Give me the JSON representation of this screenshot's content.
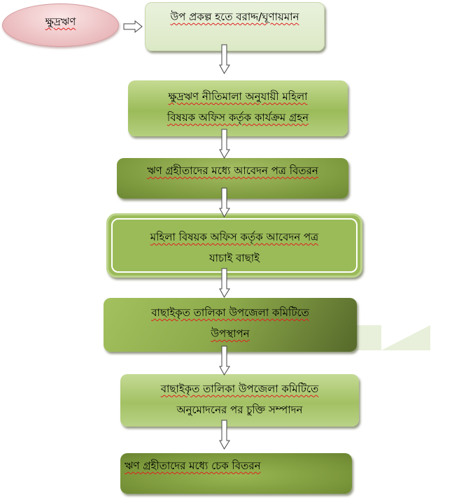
{
  "start": {
    "label": "ক্ষুদ্রঋণ"
  },
  "steps": [
    {
      "lines": [
        "উপ প্রকল্প হতে বরাদ্দ/ঘূণায়মান"
      ]
    },
    {
      "lines": [
        "ক্ষুদ্রঋণ নীতিমালা অনুযায়ী মহিলা",
        "বিষয়ক  অফিস কর্তৃক কার্যক্রম গ্রহন"
      ]
    },
    {
      "lines": [
        "ঋণ গ্রহীতাদের মধ্যে আবেদন পত্র বিতরন"
      ]
    },
    {
      "lines": [
        "মহিলা বিষয়ক অফিস কর্তৃক আবেদন পত্র",
        "যাচাই বাছাই"
      ]
    },
    {
      "lines": [
        "বাছাইকৃত তালিকা উপজেলা কমিটিতে",
        "উপস্থাপন"
      ]
    },
    {
      "lines": [
        "বাছাইকৃত তালিকা উপজেলা কমিটিতে",
        "অনুমোদনের পর চুক্তি সম্পাদন"
      ]
    },
    {
      "lines": [
        "ঋণ গ্রহীতাদের মধ্যে চেক বিতরন"
      ]
    }
  ]
}
